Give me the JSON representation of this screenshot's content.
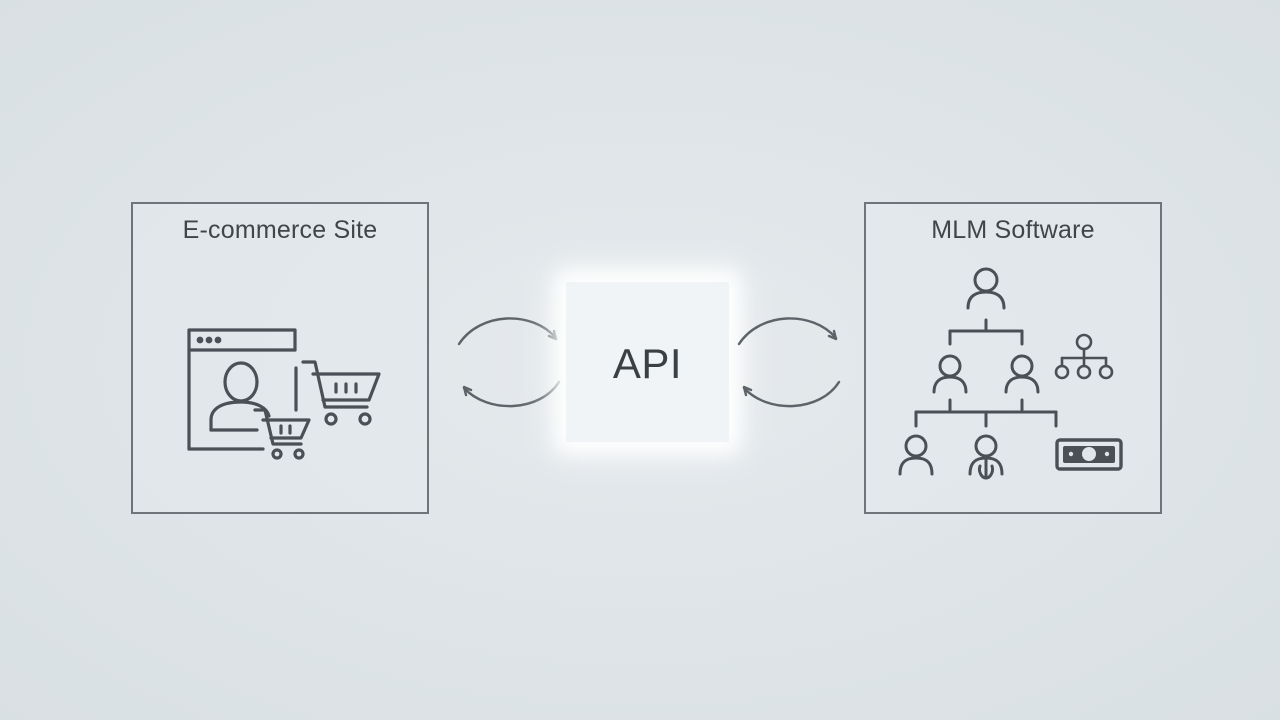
{
  "left_panel": {
    "title": "E-commerce Site",
    "icons": [
      "browser-window-icon",
      "user-icon",
      "shopping-cart-icon",
      "shopping-cart-small-icon"
    ]
  },
  "center": {
    "label": "API"
  },
  "right_panel": {
    "title": "MLM Software",
    "icons": [
      "org-tree-icon",
      "user-icon",
      "network-hierarchy-icon",
      "money-bill-icon"
    ]
  },
  "colors": {
    "background": "#dde3e7",
    "stroke": "#4a5055",
    "border": "#6e7479",
    "api_box": "#f1f4f6"
  }
}
